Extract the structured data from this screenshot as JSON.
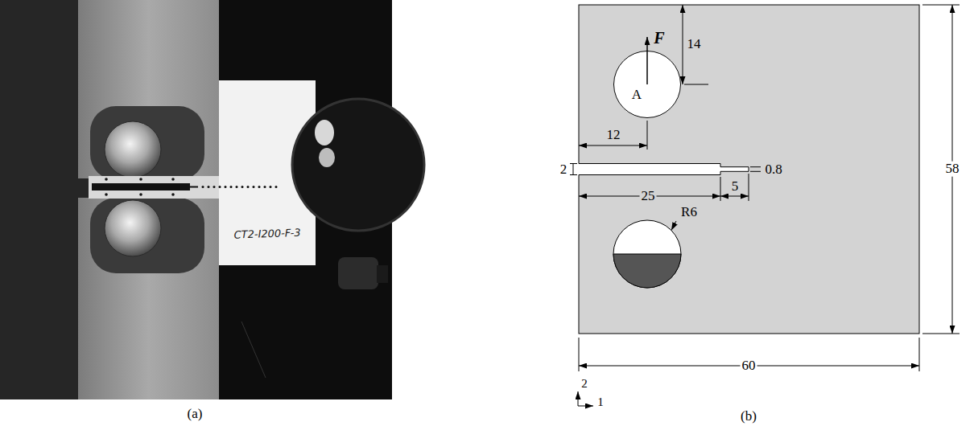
{
  "diagram": {
    "nodes": [
      {
        "text": [
          "A"
        ]
      }
    ],
    "labels": [
      "(a)",
      "CT2-I200-F-3",
      "F",
      "14",
      "12",
      "2",
      "0.8",
      "25",
      "5",
      "R6",
      "58",
      "60",
      "2",
      "1",
      "(b)"
    ]
  }
}
